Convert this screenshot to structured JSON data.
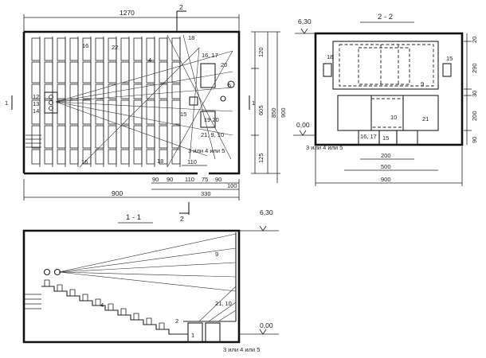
{
  "plan": {
    "section_mark": "2",
    "side_mark": "1",
    "dims": {
      "top": "1270",
      "right_1": "120",
      "right_2": "605",
      "right_3": "125",
      "right_4": "850",
      "right_5": "900",
      "bottom_total": "900",
      "bottom_330": "330",
      "bottom_90a": "90",
      "bottom_90b": "90",
      "bottom_110a": "110",
      "bottom_110b": "110",
      "bottom_75": "75",
      "bottom_90c": "90",
      "bottom_100": "100"
    },
    "labels": {
      "l16a": "16",
      "l22": "22",
      "l18a": "18",
      "l1617": "16, 17",
      "l20": "20",
      "l5": "5",
      "l4": "4",
      "l12": "12",
      "l13": "13",
      "l14": "14",
      "l15": "15",
      "l19": "19 20",
      "l2191": "21, 9, 10",
      "l345": "3 или 4 или 5",
      "l16b": "16",
      "l18b": "18"
    }
  },
  "section_22": {
    "title": "2 - 2",
    "elev_top": "6,30",
    "elev_zero": "0,00",
    "labels": {
      "l18": "18",
      "l15": "15",
      "l9": "9",
      "l10": "10",
      "l21": "21",
      "l1617": "16, 17",
      "l15b": "15",
      "l345": "3 или 4 или 5"
    },
    "dims": {
      "d20a": "20",
      "d290": "290",
      "d30": "30",
      "d200": "200",
      "d90": "90",
      "w200": "200",
      "w500": "500",
      "w900": "900"
    }
  },
  "section_11": {
    "title": "1 - 1",
    "elev_top": "6,30",
    "elev_zero": "0,00",
    "labels": {
      "l9": "9",
      "l4": "4",
      "l2": "2",
      "l2110": "21, 10",
      "l1": "1",
      "l345": "3 или 4 или 5"
    }
  }
}
